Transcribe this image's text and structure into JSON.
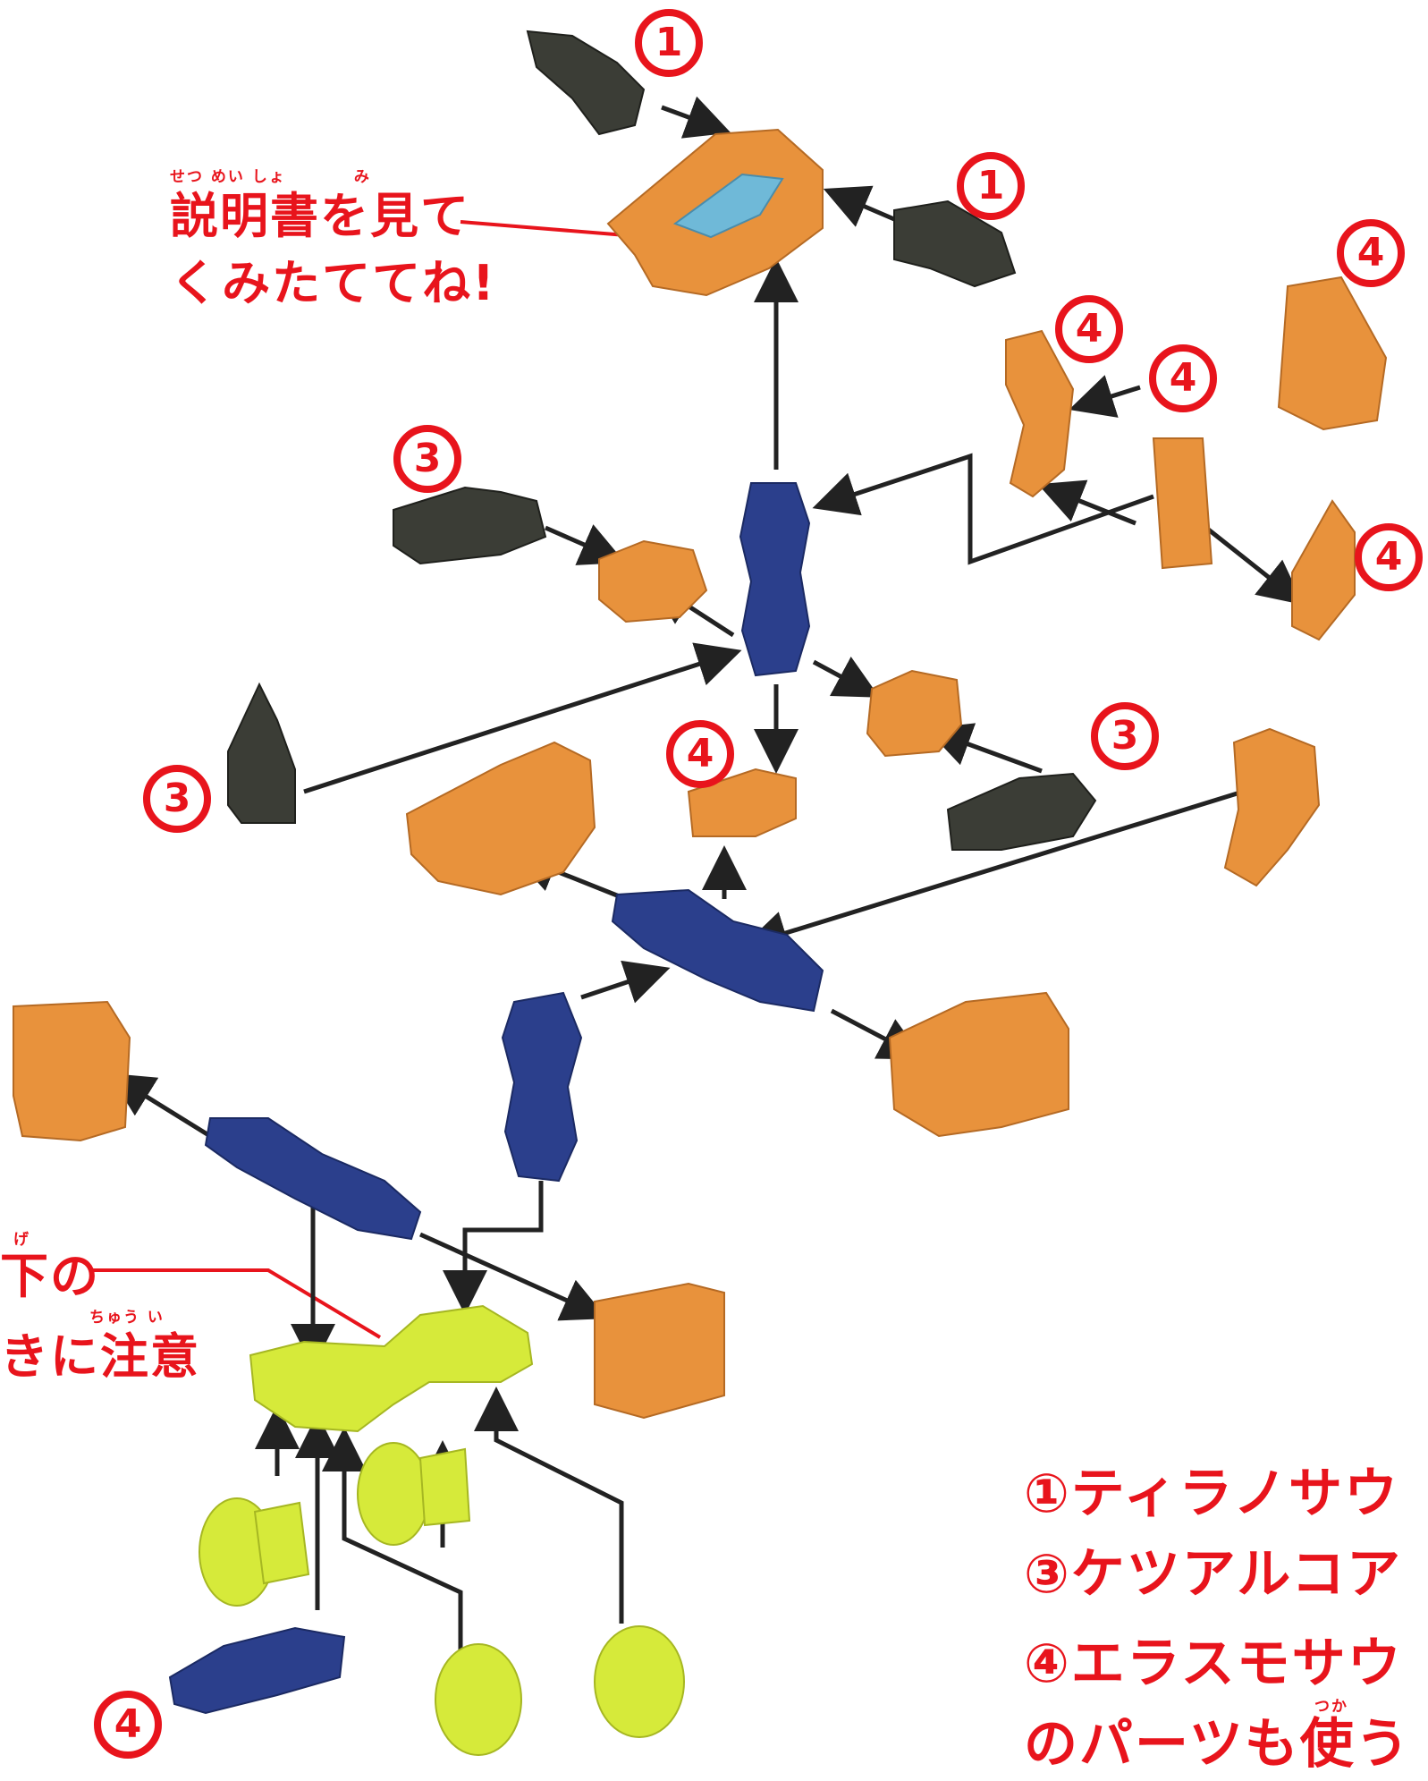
{
  "callouts": {
    "manual_ruby": "せつ めい しょ　　　　み",
    "manual_line1": "説明書を見て",
    "manual_line2": "くみたててね!",
    "orient_ruby_top": "げ",
    "orient_line1": "下の",
    "orient_ruby_bottom": "ちゅう い",
    "orient_line2": "きに注意"
  },
  "part_numbers": {
    "tyranno": "1",
    "quetzal": "3",
    "elasmo": "4"
  },
  "legend": {
    "line1": "①ティラノサウ",
    "line2": "③ケツアルコア",
    "line3": "④エラスモサウ",
    "line4_ruby": "つか",
    "line4": "のパーツも使う"
  },
  "colors": {
    "orange": "#e8923c",
    "navy": "#2b3f8c",
    "dark_grey": "#3b3d36",
    "lime": "#d6ea3a",
    "red": "#e8141c",
    "arrow": "#222222"
  }
}
